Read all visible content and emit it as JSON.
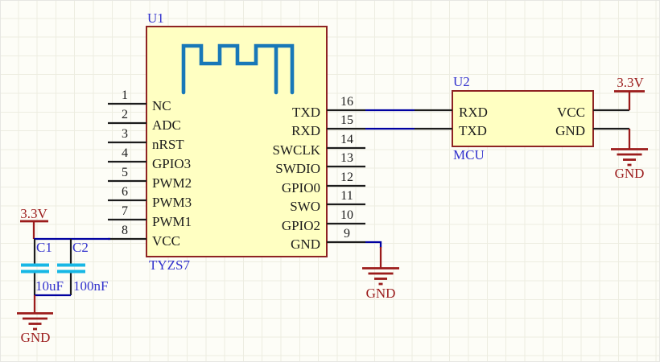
{
  "u1": {
    "designator": "U1",
    "value": "TYZS7",
    "left_pins": [
      {
        "number": "1",
        "name": "NC"
      },
      {
        "number": "2",
        "name": "ADC"
      },
      {
        "number": "3",
        "name": "nRST"
      },
      {
        "number": "4",
        "name": "GPIO3"
      },
      {
        "number": "5",
        "name": "PWM2"
      },
      {
        "number": "6",
        "name": "PWM3"
      },
      {
        "number": "7",
        "name": "PWM1"
      },
      {
        "number": "8",
        "name": "VCC"
      }
    ],
    "right_pins": [
      {
        "number": "16",
        "name": "TXD"
      },
      {
        "number": "15",
        "name": "RXD"
      },
      {
        "number": "14",
        "name": "SWCLK"
      },
      {
        "number": "13",
        "name": "SWDIO"
      },
      {
        "number": "12",
        "name": "GPIO0"
      },
      {
        "number": "11",
        "name": "SWO"
      },
      {
        "number": "10",
        "name": "GPIO2"
      },
      {
        "number": "9",
        "name": "GND"
      }
    ]
  },
  "u2": {
    "designator": "U2",
    "value": "MCU",
    "left_pins": [
      {
        "name": "RXD"
      },
      {
        "name": "TXD"
      }
    ],
    "right_pins": [
      {
        "name": "VCC"
      },
      {
        "name": "GND"
      }
    ]
  },
  "capacitors": [
    {
      "designator": "C1",
      "value": "10uF"
    },
    {
      "designator": "C2",
      "value": "100nF"
    }
  ],
  "power": {
    "v33_left": "3.3V",
    "v33_right": "3.3V",
    "gnd_left": "GND",
    "gnd_center": "GND",
    "gnd_right": "GND"
  },
  "colors": {
    "canvas-bg": "#FDFDF7",
    "grid-line": "#EDEDE1",
    "chip-fill": "#FFFFC2",
    "chip-border": "#8E2323",
    "pin-color": "#1C1C1C",
    "wire-blue": "#0000A0",
    "label-blue": "#3232CD",
    "power-red": "#9B1B1B",
    "antenna-blue": "#1878B8",
    "cap-cyan": "#17B7E5",
    "text-black": "#1C1C1C"
  }
}
